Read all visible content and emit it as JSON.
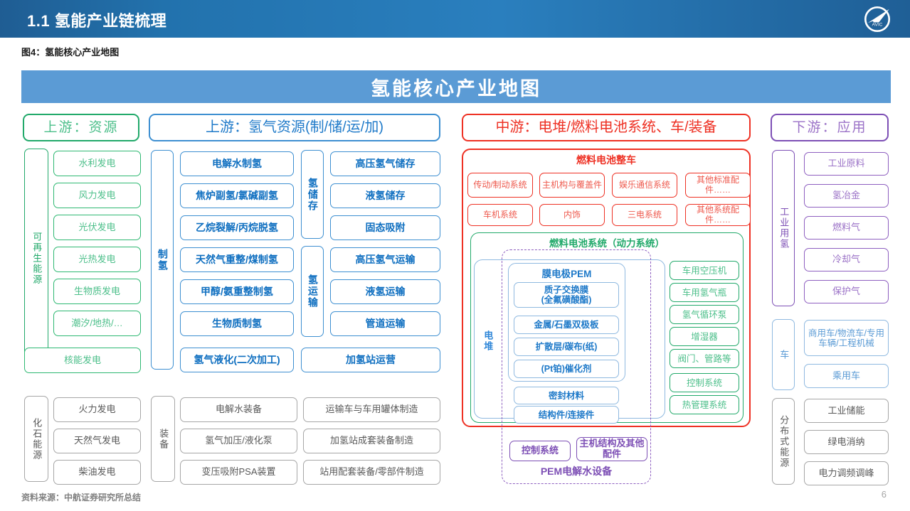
{
  "header": {
    "title": "1.1 氢能产业链梳理",
    "logo_text": "AVIC"
  },
  "figure_caption": "图4：氢能核心产业地图",
  "banner_title": "氢能核心产业地图",
  "footer_source": "资料来源：中航证券研究所总结",
  "page_number": "6",
  "colors": {
    "header_blue": "#1f5d93",
    "banner_blue": "#5b9bd5",
    "green": "#21a96a",
    "blue": "#1f7ac9",
    "red": "#ee3124",
    "purple": "#7d4fb5",
    "gray": "#595959"
  },
  "upstream_resources": {
    "header": "上游：资源",
    "renewable_label": "可再生能源",
    "renewable_items": [
      "水利发电",
      "风力发电",
      "光伏发电",
      "光热发电",
      "生物质发电",
      "潮汐/地热/…"
    ],
    "nuclear": "核能发电",
    "fossil_label": "化石能源",
    "fossil_items": [
      "火力发电",
      "天然气发电",
      "柴油发电"
    ]
  },
  "upstream_hydrogen": {
    "header": "上游：氢气资源(制/储/运/加)",
    "production_label": "制氢",
    "production_items": [
      "电解水制氢",
      "焦炉副氢/氯碱副氢",
      "乙烷裂解/丙烷脱氢",
      "天然气重整/煤制氢",
      "甲醇/氨重整制氢",
      "生物质制氢",
      "氢气液化(二次加工)"
    ],
    "storage_label": "氢储存",
    "storage_items": [
      "高压氢气储存",
      "液氢储存",
      "固态吸附"
    ],
    "transport_label": "氢运输",
    "transport_items": [
      "高压氢气运输",
      "液氢运输",
      "管道运输"
    ],
    "refuel_station": "加氢站运营",
    "equipment_label": "装备",
    "equipment_items_left": [
      "电解水装备",
      "氢气加压/液化泵",
      "变压吸附PSA装置"
    ],
    "equipment_items_right": [
      "运输车与车用罐体制造",
      "加氢站成套装备制造",
      "站用配套装备/零部件制造"
    ]
  },
  "midstream": {
    "header": "中游：电堆/燃料电池系统、车/装备",
    "vehicle_title": "燃料电池整车",
    "vehicle_items_row1": [
      "传动/制动系统",
      "主机构与覆盖件",
      "娱乐通信系统",
      "其他标准配件……"
    ],
    "vehicle_items_row2": [
      "车机系统",
      "内饰",
      "三电系统",
      "其他系统配件……"
    ],
    "system_title": "燃料电池系统（动力系统）",
    "stack_label": "电堆",
    "pem_title": "膜电极PEM",
    "pem_items": [
      "质子交换膜\n(全氟磺酸酯)",
      "金属/石墨双极板",
      "扩散层/碳布(纸)",
      "(Pt铂)催化剂"
    ],
    "stack_extra": [
      "密封材料",
      "结构件/连接件"
    ],
    "bop_items": [
      "车用空压机",
      "车用氢气瓶",
      "氢气循环泵",
      "增湿器",
      "阀门、管路等",
      "控制系统",
      "热管理系统"
    ],
    "electrolyzer_title": "PEM电解水设备",
    "electrolyzer_items": [
      "控制系统",
      "主机结构及其他配件"
    ]
  },
  "downstream": {
    "header": "下游：应用",
    "industrial_label": "工业用氢",
    "industrial_items": [
      "工业原料",
      "氢冶金",
      "燃料气",
      "冷却气",
      "保护气"
    ],
    "vehicle_label": "车",
    "vehicle_items": [
      "商用车/物流车/专用车辆/工程机械",
      "乘用车"
    ],
    "distributed_label": "分布式能源",
    "distributed_items": [
      "工业储能",
      "绿电消纳",
      "电力调频调峰"
    ]
  }
}
